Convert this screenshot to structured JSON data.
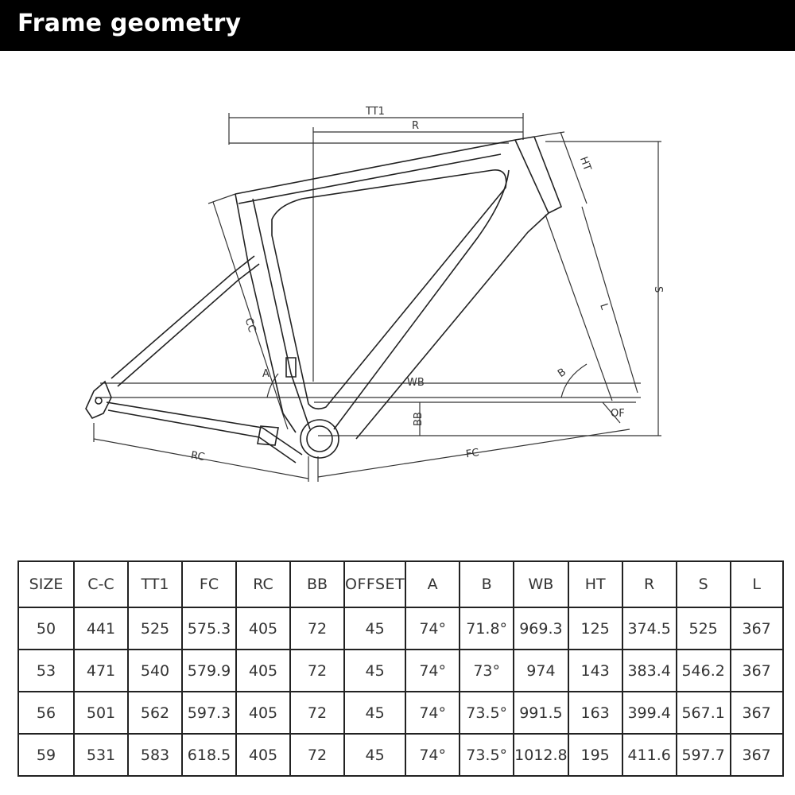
{
  "header": {
    "title": "Frame geometry"
  },
  "diagram": {
    "labels": {
      "tt1": "TT1",
      "r": "R",
      "ht": "HT",
      "s": "S",
      "l": "L",
      "cc": "CC",
      "a": "A",
      "b": "B",
      "wb": "WB",
      "bb": "BB",
      "of": "OF",
      "rc": "RC",
      "fc": "FC"
    }
  },
  "table": {
    "headers": [
      "SIZE",
      "C-C",
      "TT1",
      "FC",
      "RC",
      "BB",
      "OFFSET",
      "A",
      "B",
      "WB",
      "HT",
      "R",
      "S",
      "L"
    ],
    "rows": [
      [
        "50",
        "441",
        "525",
        "575.3",
        "405",
        "72",
        "45",
        "74°",
        "71.8°",
        "969.3",
        "125",
        "374.5",
        "525",
        "367"
      ],
      [
        "53",
        "471",
        "540",
        "579.9",
        "405",
        "72",
        "45",
        "74°",
        "73°",
        "974",
        "143",
        "383.4",
        "546.2",
        "367"
      ],
      [
        "56",
        "501",
        "562",
        "597.3",
        "405",
        "72",
        "45",
        "74°",
        "73.5°",
        "991.5",
        "163",
        "399.4",
        "567.1",
        "367"
      ],
      [
        "59",
        "531",
        "583",
        "618.5",
        "405",
        "72",
        "45",
        "74°",
        "73.5°",
        "1012.8",
        "195",
        "411.6",
        "597.7",
        "367"
      ]
    ]
  }
}
